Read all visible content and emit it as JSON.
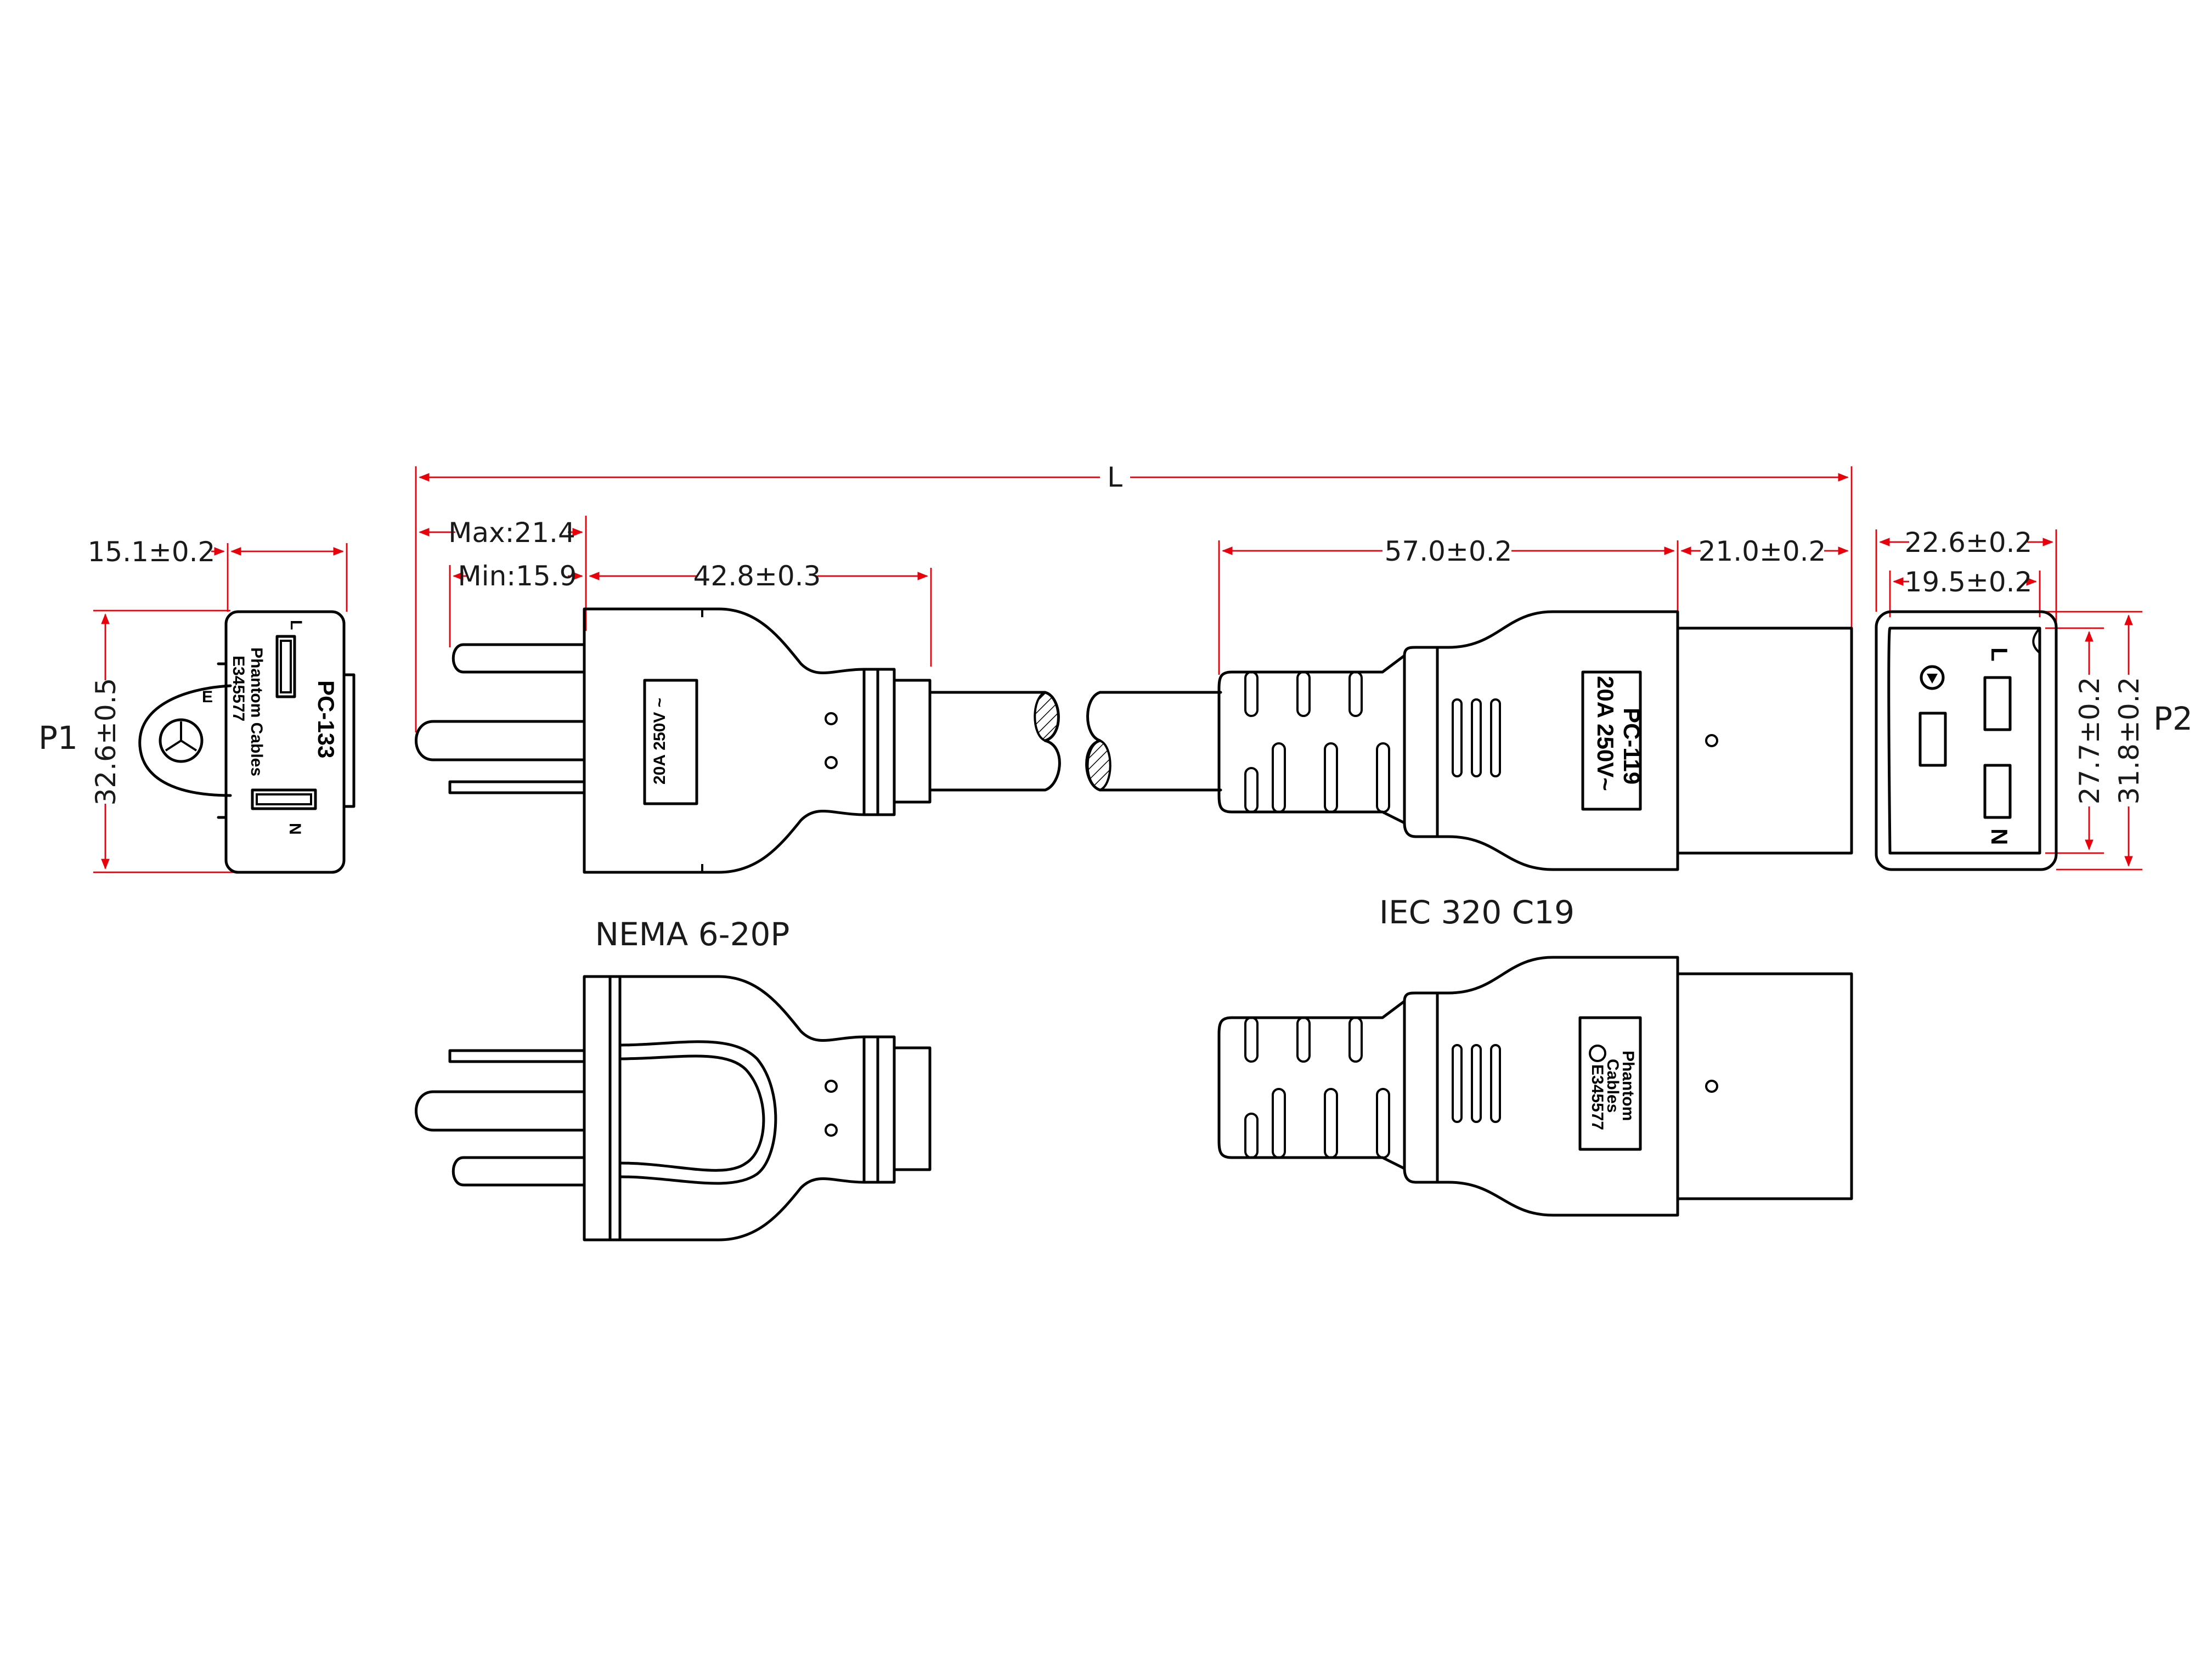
{
  "dimensions": {
    "overall_length": "L",
    "plug_max": "Max:21.4",
    "plug_min": "Min:15.9",
    "plug_body": "42.8±0.3",
    "conn_body": "57.0±0.2",
    "conn_head": "21.0±0.2",
    "face_outer_w": "22.6±0.2",
    "face_inner_w": "19.5±0.2",
    "face_inner_h": "27.7±0.2",
    "face_outer_h": "31.8±0.2",
    "plug_face_w": "15.1±0.2",
    "plug_face_h": "32.6±0.5"
  },
  "views": {
    "p1": "P1",
    "p2": "P2",
    "plug_title": "NEMA 6-20P",
    "conn_title": "IEC 320 C19"
  },
  "markings": {
    "plug_rating": "20A 250V ~",
    "conn_model": "PC-119",
    "conn_rating": "20A 250V~",
    "plug_model": "PC-133",
    "brand_line1": "Phantom",
    "brand_line2": "Cables",
    "brand": "Phantom Cables",
    "cert": "E345577",
    "pin_l": "L",
    "pin_n": "N",
    "pin_e": "E"
  },
  "colors": {
    "dimension_line": "#e8000b",
    "part_outline": "#000000"
  }
}
